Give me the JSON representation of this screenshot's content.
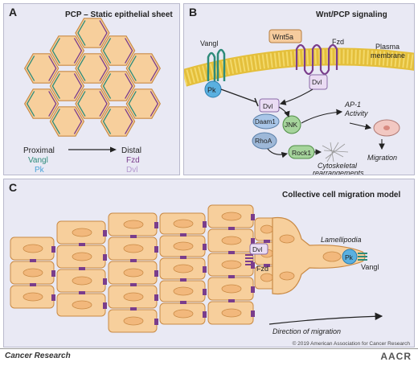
{
  "panelA": {
    "letter": "A",
    "title": "PCP – Static epithelial sheet",
    "legend": {
      "proximal": "Proximal",
      "distal": "Distal",
      "vangl": "Vangl",
      "pk": "Pk",
      "fzd": "Fzd",
      "dvl": "Dvl"
    }
  },
  "panelB": {
    "letter": "B",
    "title": "Wnt/PCP signaling",
    "labels": {
      "vangl": "Vangl",
      "wnt5a": "Wnt5a",
      "fzd": "Fzd",
      "plasma1": "Plasma",
      "plasma2": "membrane",
      "pk": "Pk",
      "dvl_top": "Dvl",
      "dvl_mid": "Dvl",
      "daam1": "Daam1",
      "jnk": "JNK",
      "rhoa": "RhoA",
      "rock1": "Rock1",
      "ap1_1": "AP-1",
      "ap1_2": "Activity",
      "migration": "Migration",
      "cyto1": "Cytoskeletal",
      "cyto2": "rearrangements"
    }
  },
  "panelC": {
    "letter": "C",
    "title": "Collective cell migration model",
    "labels": {
      "lamellipodia": "Lamellipodia",
      "dvl": "Dvl",
      "fzd": "Fzd",
      "pk": "Pk",
      "vangl": "Vangl",
      "direction": "Direction of migration"
    }
  },
  "footer": {
    "journal": "Cancer Research",
    "copyright": "© 2019 American Association for Cancer Research",
    "logo": "AACR"
  },
  "colors": {
    "panel_bg": "#e9e9f4",
    "cell_fill": "#f7cf9c",
    "cell_stroke": "#c98a45",
    "vangl": "#2e8b7a",
    "pk": "#4aa3d8",
    "fzd": "#7a3d8c",
    "dvl": "#b59ad0",
    "membrane": "#f0d35a"
  }
}
